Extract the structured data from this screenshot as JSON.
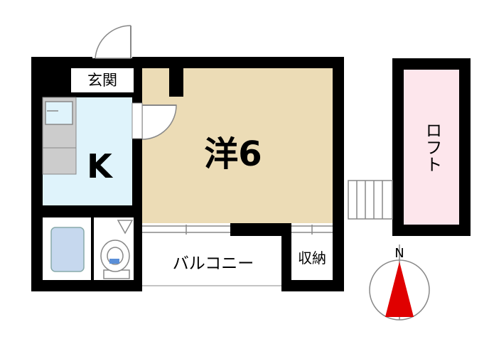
{
  "rooms": {
    "genkan": "玄関",
    "kitchen": "K",
    "western": "洋6",
    "balcony": "バルコニー",
    "storage": "収納",
    "loft": "ロフト"
  },
  "compass": {
    "north_label": "N"
  },
  "colors": {
    "wall": "#000000",
    "kitchen_floor": "#dff3fb",
    "western_floor": "#ecdcb6",
    "loft_floor": "#fde6ec",
    "counter": "#cccccc",
    "bath": "#c6d8ee",
    "compass_needle": "#e00000"
  }
}
